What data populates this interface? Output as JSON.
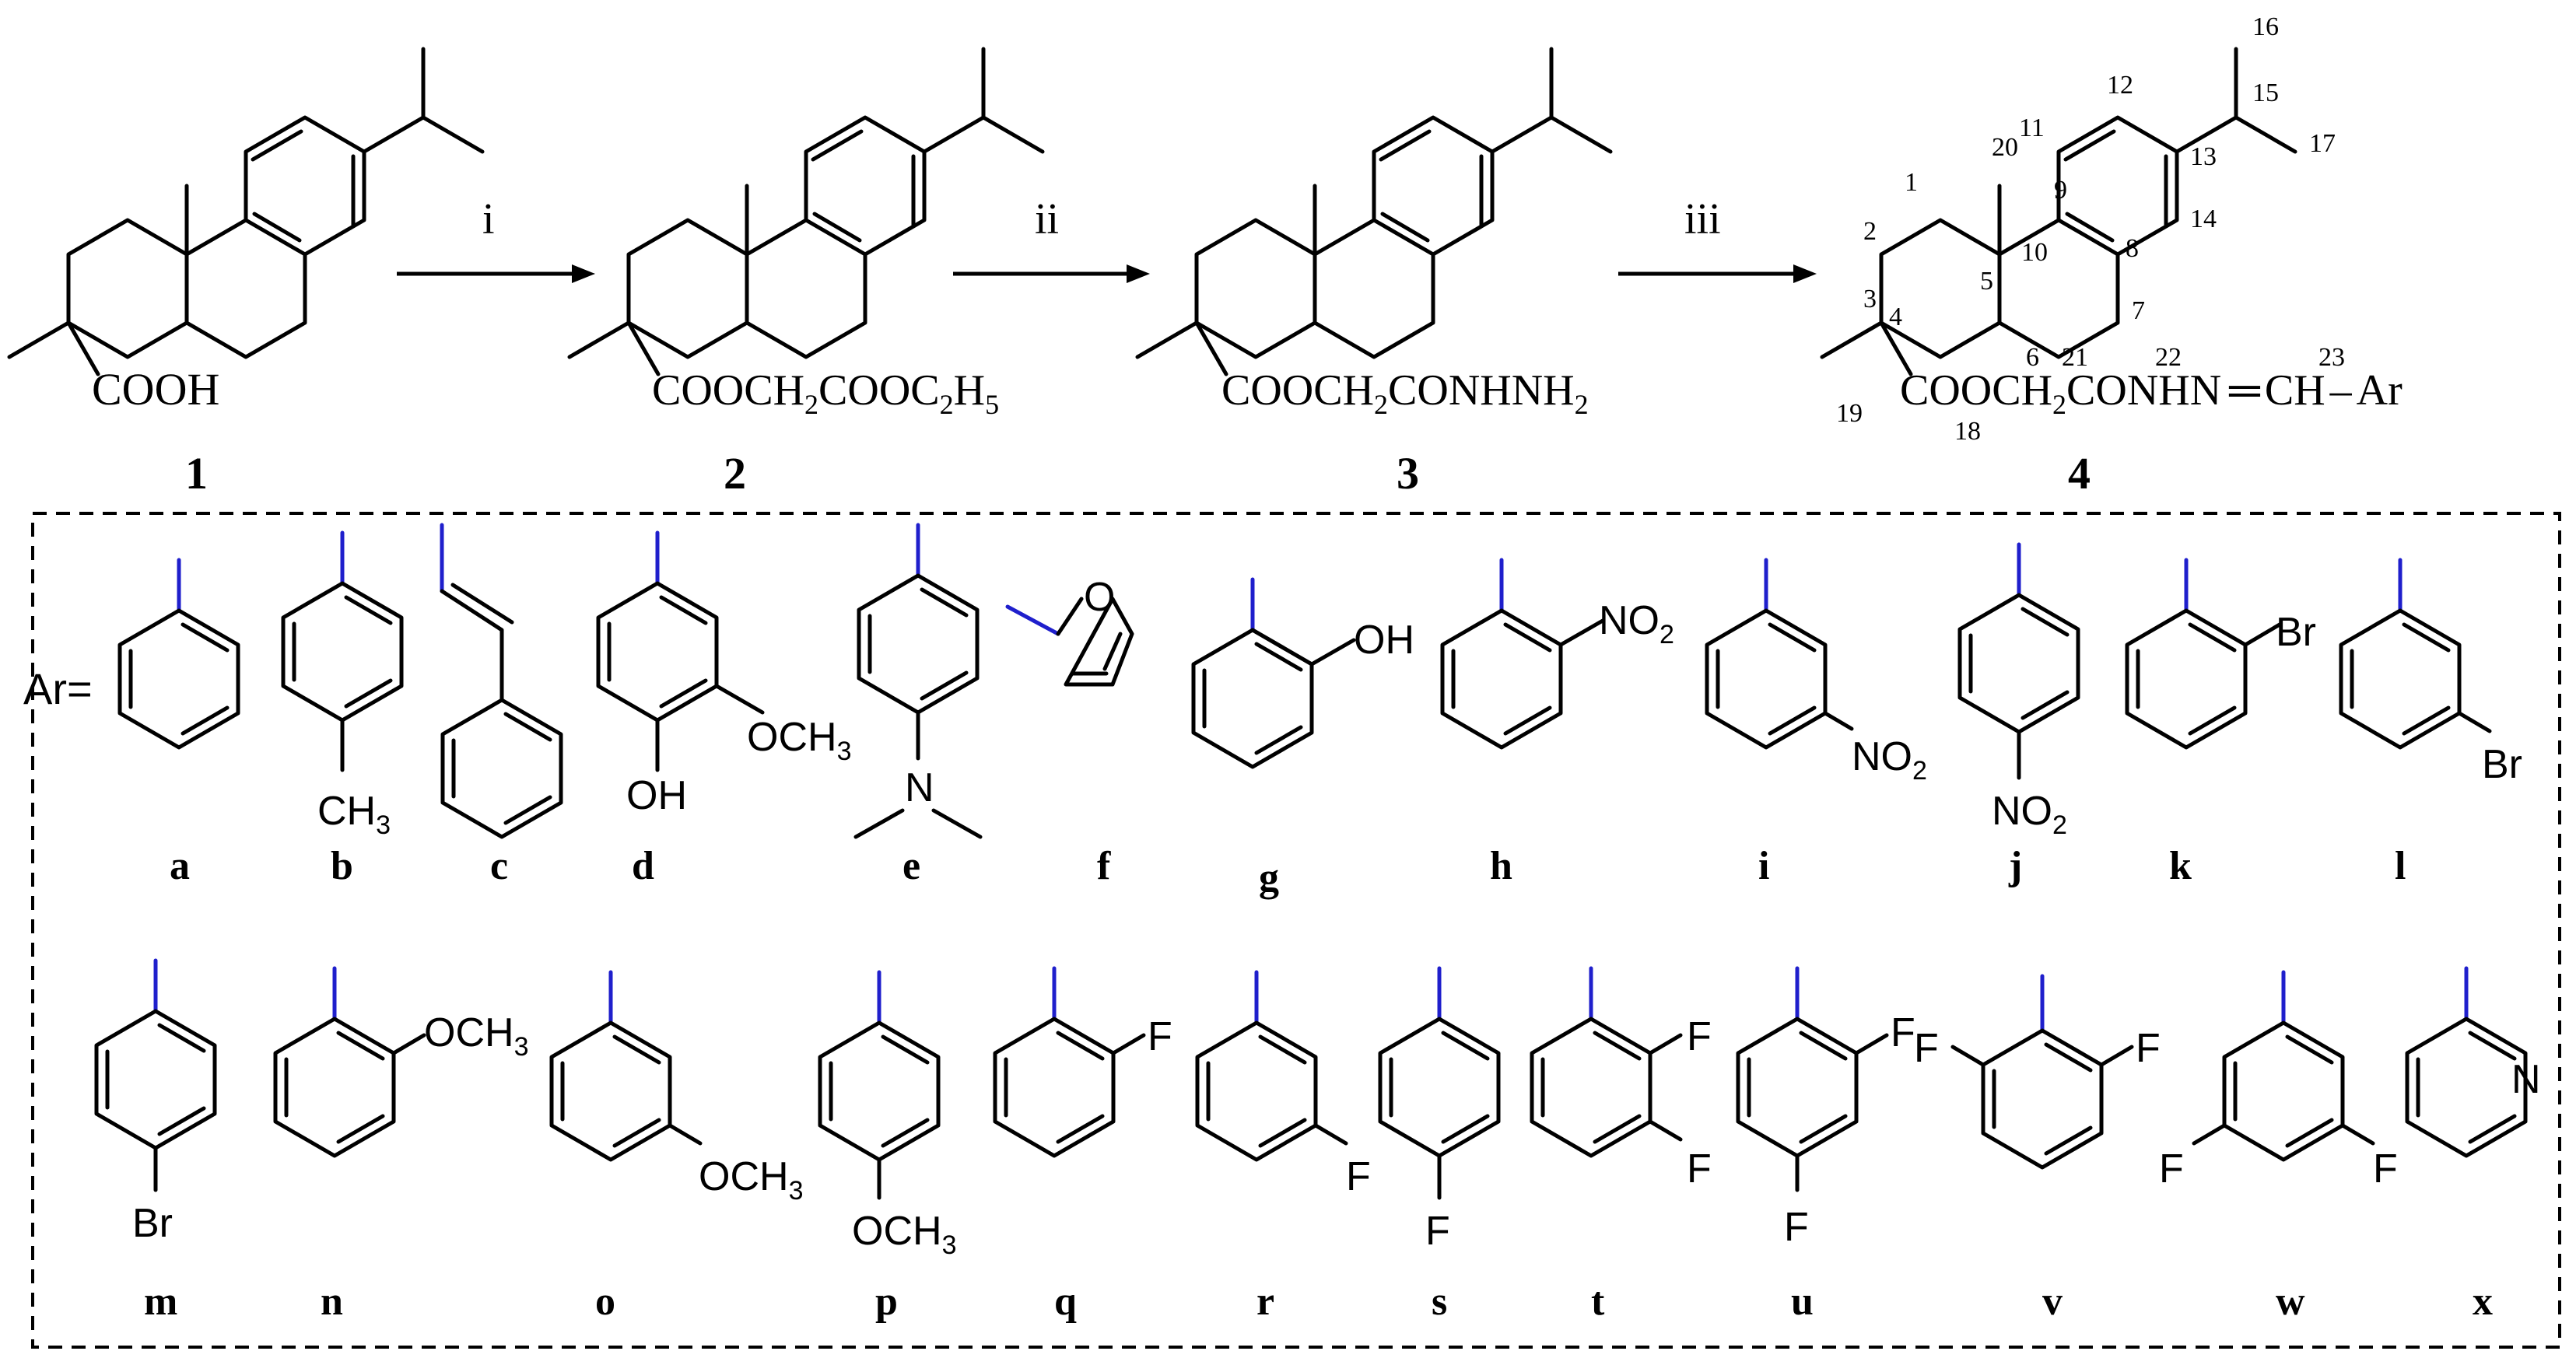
{
  "scheme": {
    "steps": [
      "i",
      "ii",
      "iii"
    ],
    "compounds": [
      {
        "label": "1",
        "group": "COOH",
        "group_sub": ""
      },
      {
        "label": "2",
        "group": "COOCH",
        "group_sub": "2",
        "group_mid": "COOC",
        "group_sub2": "2",
        "group_mid2": "H",
        "group_sub3": "5"
      },
      {
        "label": "3",
        "group": "COOCH",
        "group_sub": "2",
        "group_mid": "CONHNH",
        "group_sub2": "2"
      },
      {
        "label": "4",
        "group": "COOCH",
        "group_sub": "2",
        "group_mid": "CONHN",
        "group_tail": "CH",
        "group_ar": "Ar"
      }
    ],
    "numbering": [
      "1",
      "2",
      "3",
      "4",
      "5",
      "6",
      "7",
      "8",
      "9",
      "10",
      "11",
      "12",
      "13",
      "14",
      "15",
      "16",
      "17",
      "18",
      "19",
      "20",
      "21",
      "22",
      "23"
    ]
  },
  "ar_prefix": "Ar=",
  "substituents": {
    "row1": [
      {
        "letter": "a"
      },
      {
        "letter": "b",
        "s1": "CH",
        "s1sub": "3"
      },
      {
        "letter": "c"
      },
      {
        "letter": "d",
        "s1": "OCH",
        "s1sub": "3",
        "s2": "OH"
      },
      {
        "letter": "e",
        "s1": "N"
      },
      {
        "letter": "f",
        "s1": "O"
      },
      {
        "letter": "g",
        "s1": "OH"
      },
      {
        "letter": "h",
        "s1": "NO",
        "s1sub": "2"
      },
      {
        "letter": "i",
        "s1": "NO",
        "s1sub": "2"
      },
      {
        "letter": "j",
        "s1": "NO",
        "s1sub": "2"
      },
      {
        "letter": "k",
        "s1": "Br"
      },
      {
        "letter": "l",
        "s1": "Br"
      }
    ],
    "row2": [
      {
        "letter": "m",
        "s1": "Br"
      },
      {
        "letter": "n",
        "s1": "OCH",
        "s1sub": "3"
      },
      {
        "letter": "o",
        "s1": "OCH",
        "s1sub": "3"
      },
      {
        "letter": "p",
        "s1": "OCH",
        "s1sub": "3"
      },
      {
        "letter": "q",
        "s1": "F"
      },
      {
        "letter": "r",
        "s1": "F"
      },
      {
        "letter": "s",
        "s1": "F"
      },
      {
        "letter": "t",
        "s1": "F",
        "s2": "F"
      },
      {
        "letter": "u",
        "s1": "F",
        "s2": "F"
      },
      {
        "letter": "v",
        "s1": "F",
        "s2": "F"
      },
      {
        "letter": "w",
        "s1": "F",
        "s2": "F"
      },
      {
        "letter": "x",
        "s1": "N"
      }
    ]
  }
}
